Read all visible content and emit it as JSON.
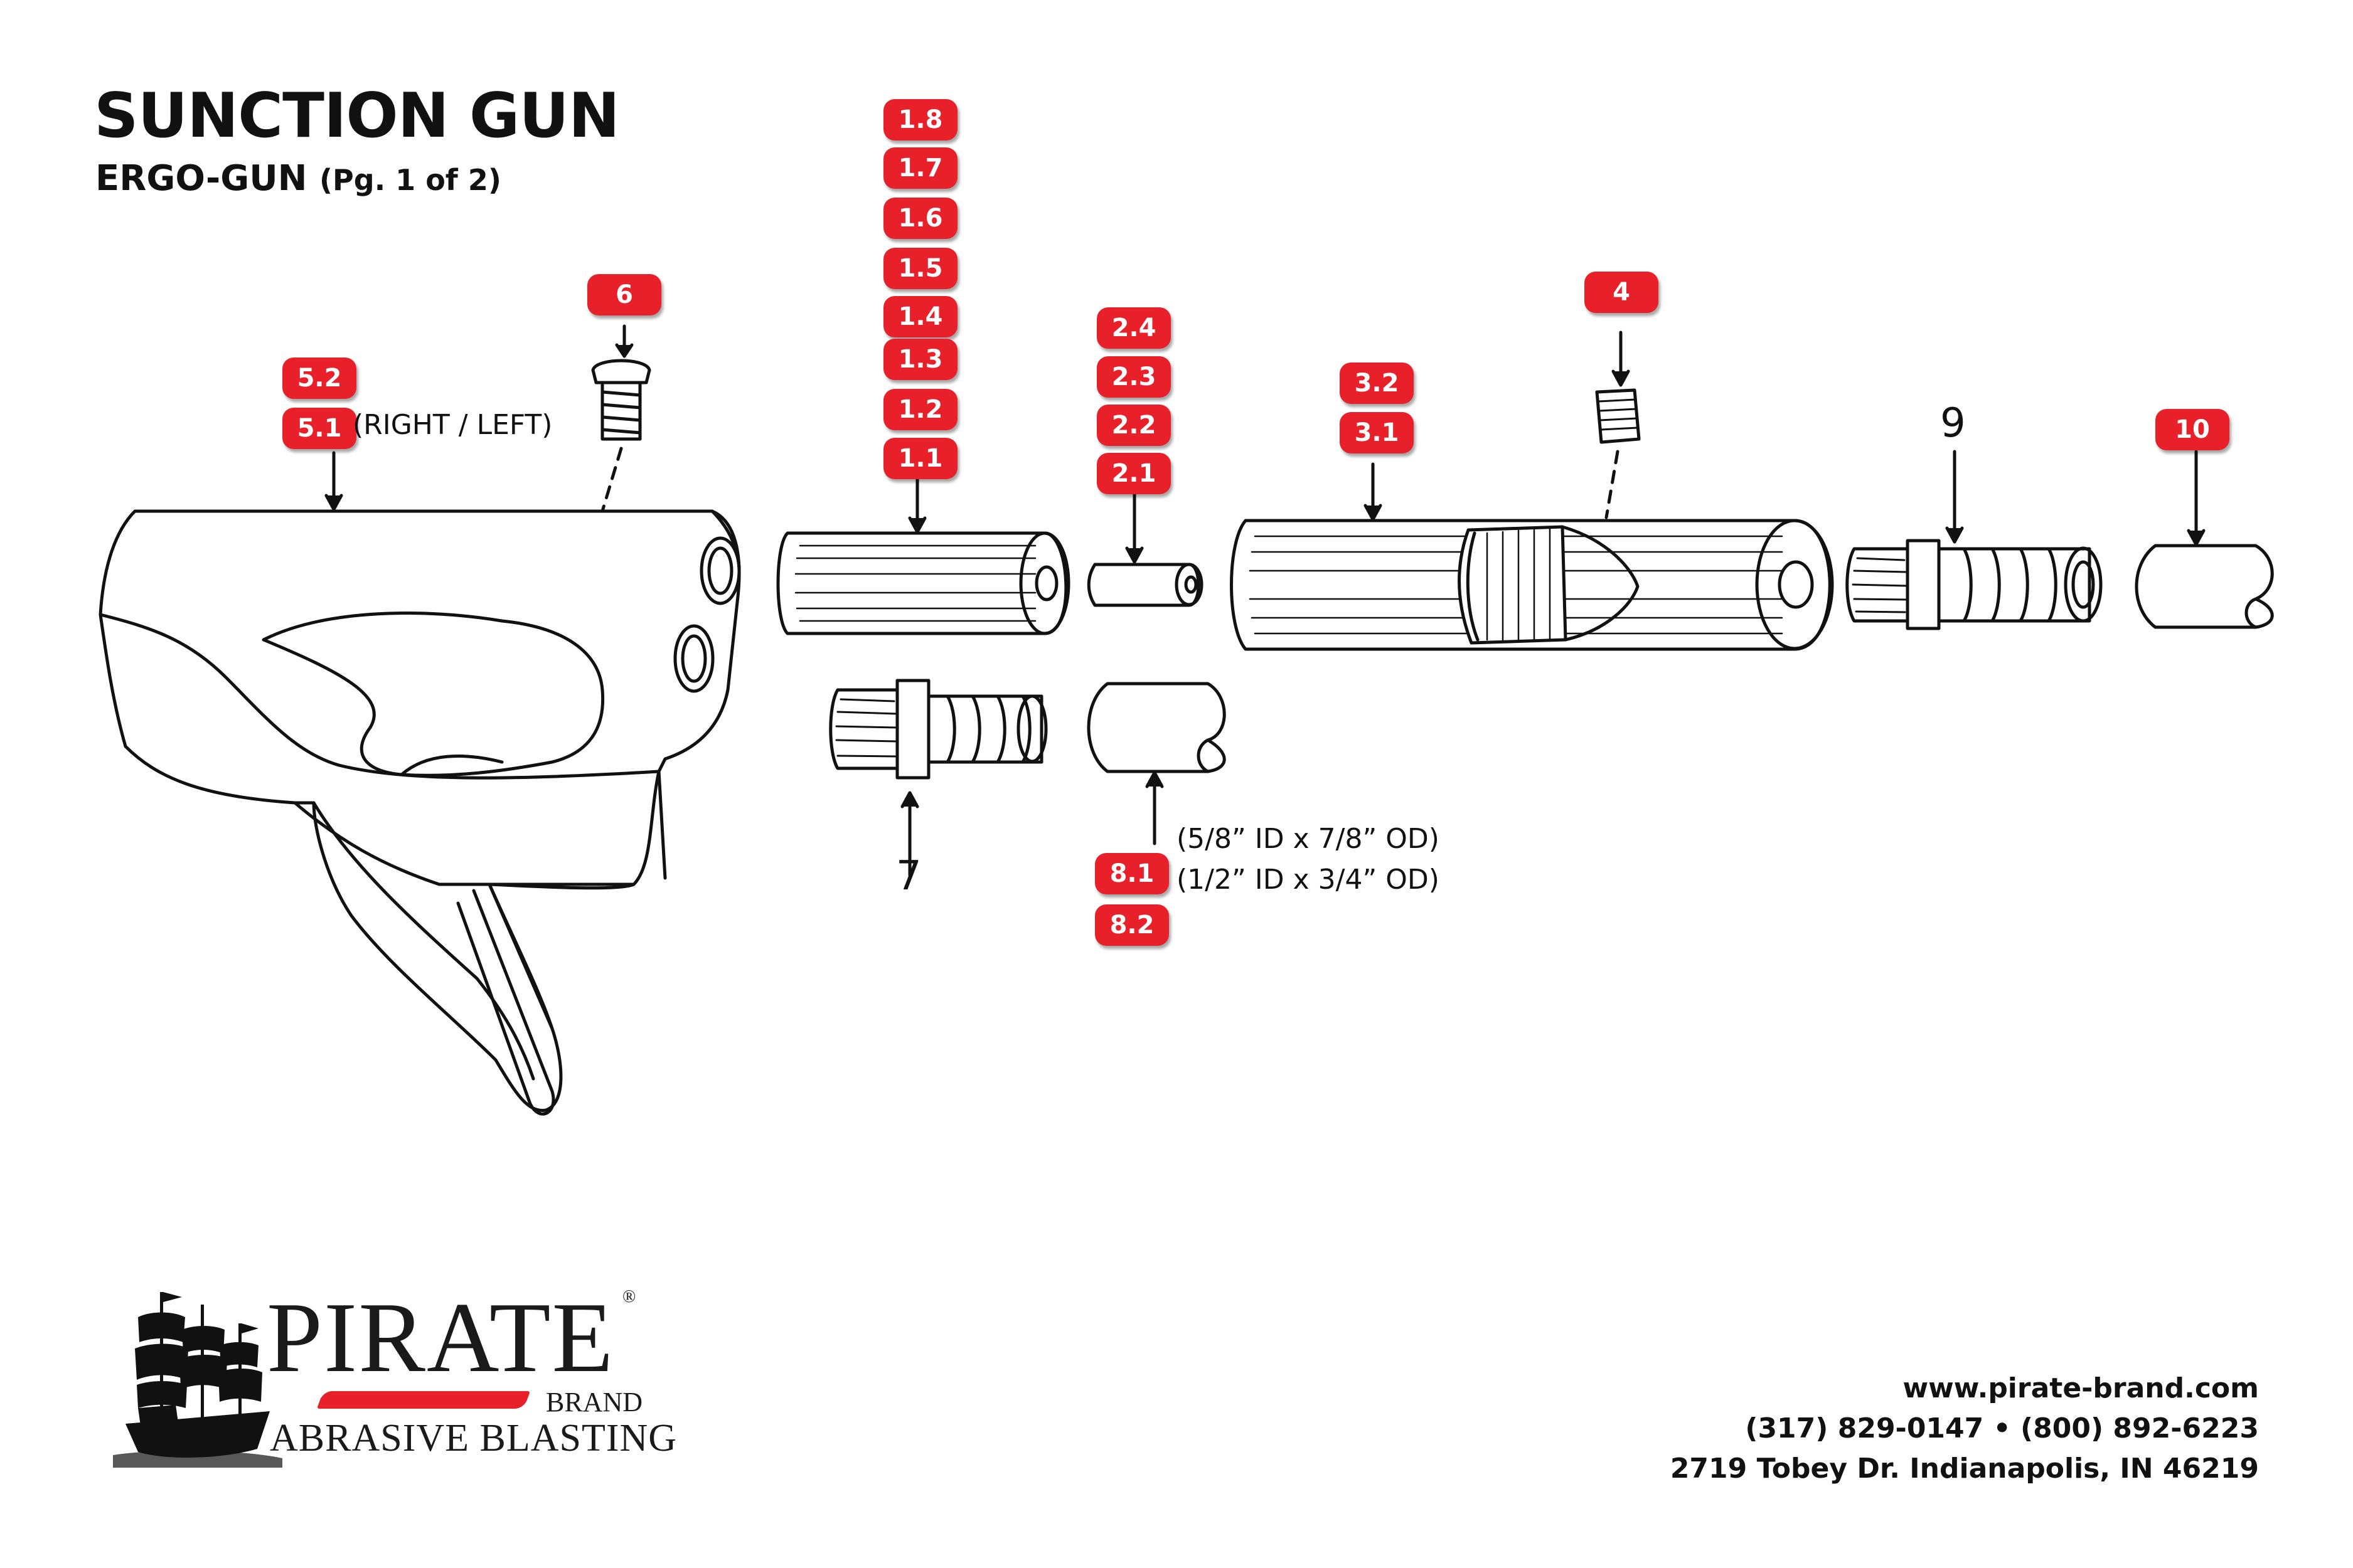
{
  "header": {
    "title": "SUNCTION GUN",
    "subtitle": "ERGO-GUN",
    "page": "(Pg. 1 of 2)"
  },
  "callouts": [
    {
      "id": "c18",
      "label": "1.8"
    },
    {
      "id": "c17",
      "label": "1.7"
    },
    {
      "id": "c16",
      "label": "1.6"
    },
    {
      "id": "c15",
      "label": "1.5"
    },
    {
      "id": "c14",
      "label": "1.4"
    },
    {
      "id": "c13",
      "label": "1.3"
    },
    {
      "id": "c12",
      "label": "1.2"
    },
    {
      "id": "c11",
      "label": "1.1"
    },
    {
      "id": "c6",
      "label": "6"
    },
    {
      "id": "c52",
      "label": "5.2"
    },
    {
      "id": "c51",
      "label": "5.1"
    },
    {
      "id": "c24",
      "label": "2.4"
    },
    {
      "id": "c23",
      "label": "2.3"
    },
    {
      "id": "c22",
      "label": "2.2"
    },
    {
      "id": "c21",
      "label": "2.1"
    },
    {
      "id": "c4",
      "label": "4"
    },
    {
      "id": "c32",
      "label": "3.2"
    },
    {
      "id": "c31",
      "label": "3.1"
    },
    {
      "id": "c10",
      "label": "10"
    },
    {
      "id": "c81",
      "label": "8.1"
    },
    {
      "id": "c82",
      "label": "8.2"
    }
  ],
  "notes": {
    "right_left": "(RIGHT / LEFT)",
    "hose_a": "(5/8” ID x 7/8” OD)",
    "hose_b": "(1/2” ID x 3/4” OD)"
  },
  "part_numbers": {
    "p9": "9",
    "p7": "7"
  },
  "logo": {
    "name": "PIRATE",
    "brand": "BRAND",
    "tagline": "ABRASIVE BLASTING",
    "registered": "®"
  },
  "contact": {
    "website": "www.pirate-brand.com",
    "phones": "(317) 829-0147 • (800) 892-6223",
    "address": "2719 Tobey Dr. Indianapolis, IN 46219"
  },
  "colors": {
    "callout_red": "#e8202a",
    "ink": "#111111"
  }
}
